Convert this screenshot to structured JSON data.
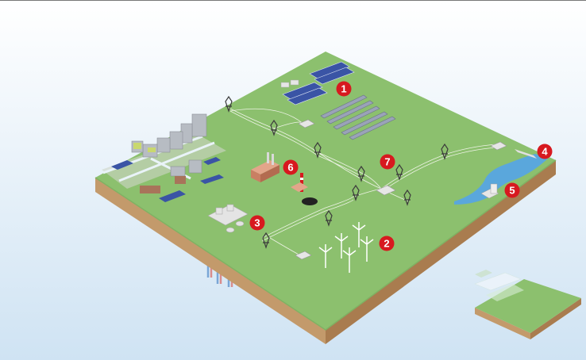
{
  "colors": {
    "sky_top": "#ffffff",
    "sky_bottom": "#cfe3f3",
    "grass": "#8cc06e",
    "grass_edge": "#7fb263",
    "soil_left": "#c39a6b",
    "soil_right": "#a97c4f",
    "marker": "#d7191f",
    "marker_text": "#ffffff",
    "water": "#5aa7dc",
    "solar": "#3a54a5",
    "building": "#d9d9d9",
    "tower": "#3c3c3c",
    "wire": "#e8efe0"
  },
  "markers": [
    {
      "label": "1"
    },
    {
      "label": "2"
    },
    {
      "label": "3"
    },
    {
      "label": "4"
    },
    {
      "label": "5"
    },
    {
      "label": "6"
    },
    {
      "label": "7"
    }
  ]
}
